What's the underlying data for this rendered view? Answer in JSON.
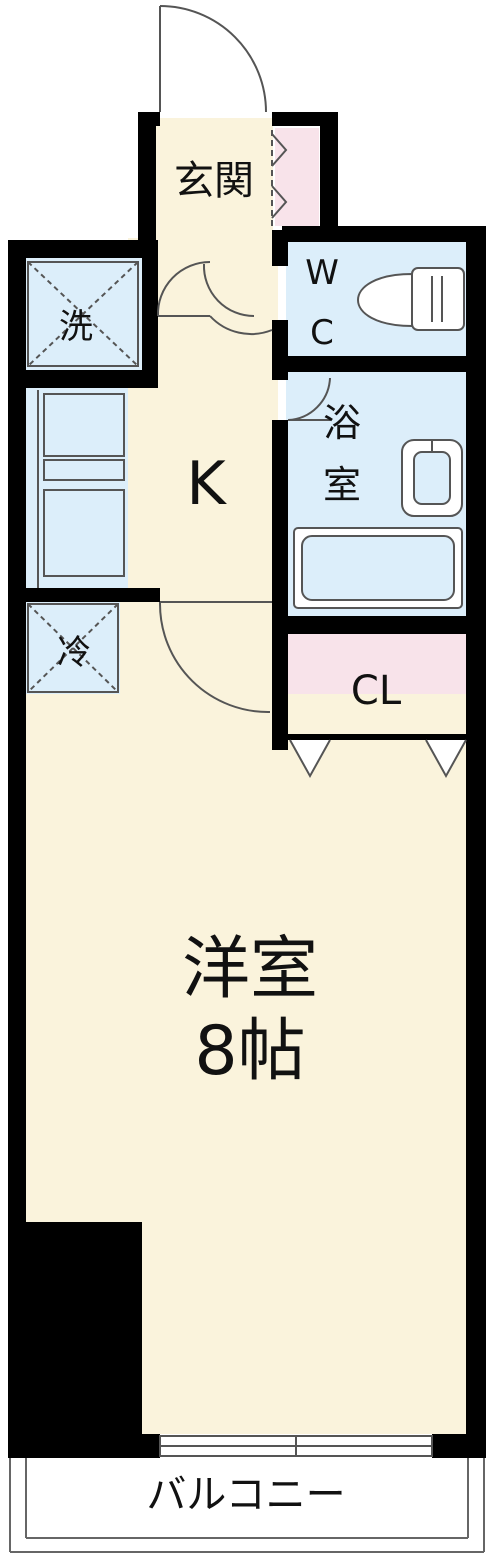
{
  "rooms": {
    "genkan": "玄関",
    "wc_line1": "W",
    "wc_line2": "C",
    "sentaku": "洗",
    "kitchen": "K",
    "bath_line1": "浴",
    "bath_line2": "室",
    "fridge": "冷",
    "closet": "CL",
    "western_line1": "洋室",
    "western_line2": "8帖",
    "balcony": "バルコニー"
  },
  "colors": {
    "wall": "#000000",
    "floor_warm": "#faf3dc",
    "wet_area": "#dceefa",
    "closet": "#f8e3ea",
    "outline": "#555555"
  }
}
